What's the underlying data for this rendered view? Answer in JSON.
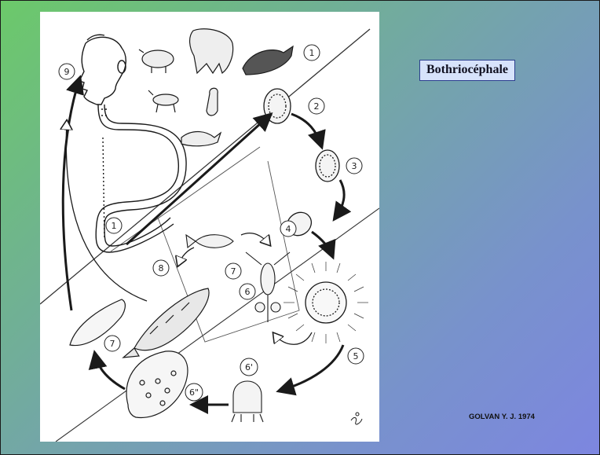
{
  "title": "Bothriocéphale",
  "credit": "GOLVAN Y. J. 1974",
  "diagram": {
    "stage_labels": [
      "1",
      "2",
      "3",
      "4",
      "5",
      "6",
      "6'",
      "6\"",
      "7",
      "8",
      "9"
    ]
  }
}
